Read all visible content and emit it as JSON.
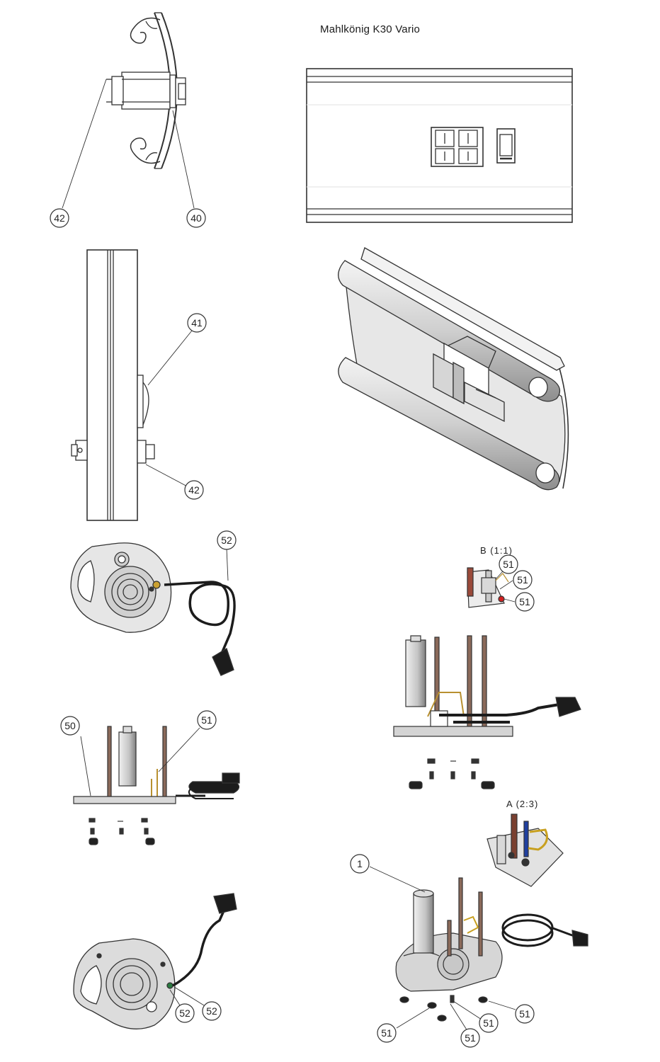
{
  "header": {
    "title": "Mahlkönig K30 Vario"
  },
  "details": {
    "detail_b": "B (1:1)",
    "detail_a": "A (2:3)"
  },
  "callouts": {
    "c42_top": "42",
    "c40": "40",
    "c41": "41",
    "c42_side": "42",
    "c52_top": "52",
    "c50": "50",
    "c51_left": "51",
    "c51_b1": "51",
    "c51_b2": "51",
    "c51_b3": "51",
    "c1": "1",
    "c52_bl1": "52",
    "c52_bl2": "52",
    "c51_br1": "51",
    "c51_br2": "51",
    "c51_br3": "51",
    "c51_br4": "51"
  },
  "colors": {
    "line": "#333333",
    "part_fill": "#d9d9d9",
    "cable": "#1c1c1c",
    "rod": "#8b6a5a"
  }
}
